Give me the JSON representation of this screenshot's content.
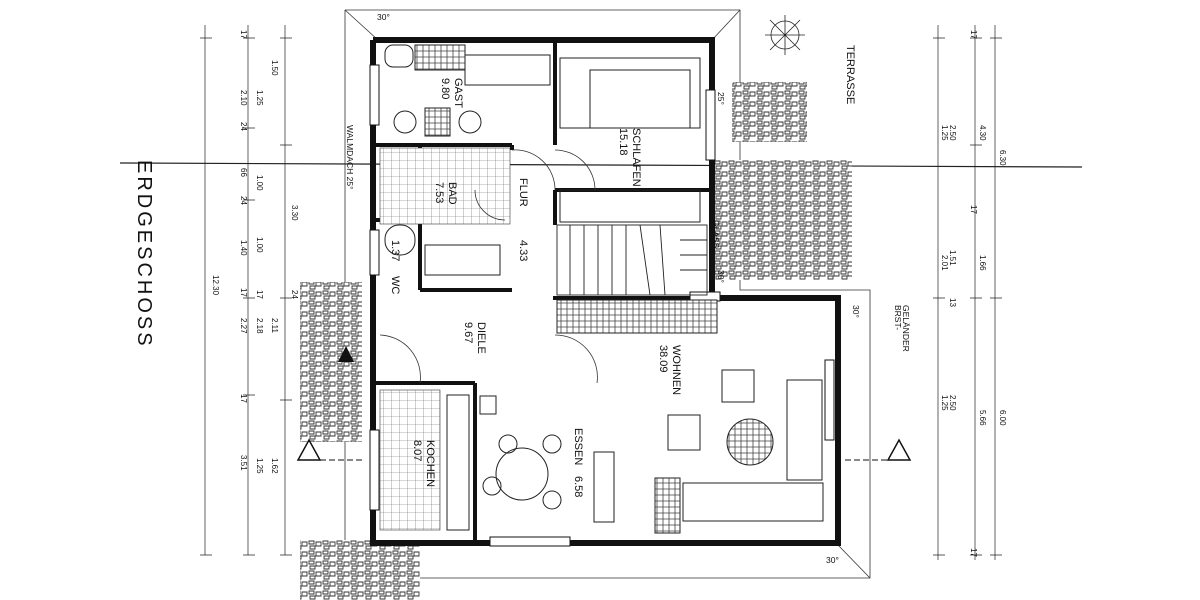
{
  "title": "ERDGESCHOSS",
  "rooms": {
    "gast": {
      "name": "GAST",
      "area": "9.80"
    },
    "schlafen": {
      "name": "SCHLAFEN",
      "area": "15.18"
    },
    "bad": {
      "name": "BAD",
      "area": "7.53"
    },
    "flur": {
      "name": "FLUR",
      "area": "4.33"
    },
    "wc": {
      "name": "WC",
      "area": "1.37"
    },
    "diele": {
      "name": "DIELE",
      "area": "9.67"
    },
    "wohnen": {
      "name": "WOHNEN",
      "area": "38.09"
    },
    "kochen": {
      "name": "KOCHEN",
      "area": "8.07"
    },
    "essen": {
      "name": "ESSEN",
      "area": "6.58"
    }
  },
  "labels": {
    "terrasse": "TERRASSE",
    "walmdach": "WALMDACH 25°",
    "glass": "GLASS",
    "brst": "BRST-",
    "gelander": "GELÄNDER",
    "angle_roof_right": "25°",
    "angle_top_left": "30°",
    "angle_right_top": "30°",
    "angle_right_bottom": "30°",
    "angle_stair": "30°"
  },
  "dims_left_outer": [
    "17",
    "1.50",
    "24",
    "66",
    "24",
    "1.40",
    "17",
    "2.27",
    "17",
    "3.51"
  ],
  "dims_left_mid": [
    "1.25",
    "1.00",
    "1.00",
    "2.18",
    "1.25"
  ],
  "dims_left_inner": [
    "2.10",
    "3.30",
    "2.11",
    "1.62",
    "17"
  ],
  "dims_left_total": "12.30",
  "dims_left_total2": "24",
  "dims_right_inner": [
    "17",
    "2.50",
    "1.25",
    "2.01",
    "13",
    "1.51",
    "17",
    "2.50",
    "1.25",
    "17"
  ],
  "dims_right_mid": [
    "4.30",
    "1.66",
    "5.66"
  ],
  "dims_right_outer": [
    "6.30",
    "6.00"
  ]
}
